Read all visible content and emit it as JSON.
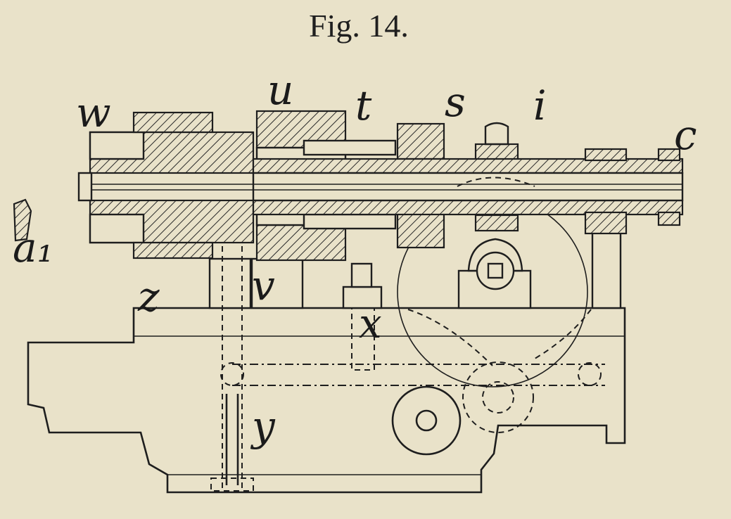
{
  "figure": {
    "caption": "Fig. 14.",
    "labels": {
      "w_top": "w",
      "u": "u",
      "t": "t",
      "s": "s",
      "i": "i",
      "c": "c",
      "a1": "a₁",
      "z": "z",
      "v": "v",
      "x": "x",
      "y": "y"
    }
  }
}
